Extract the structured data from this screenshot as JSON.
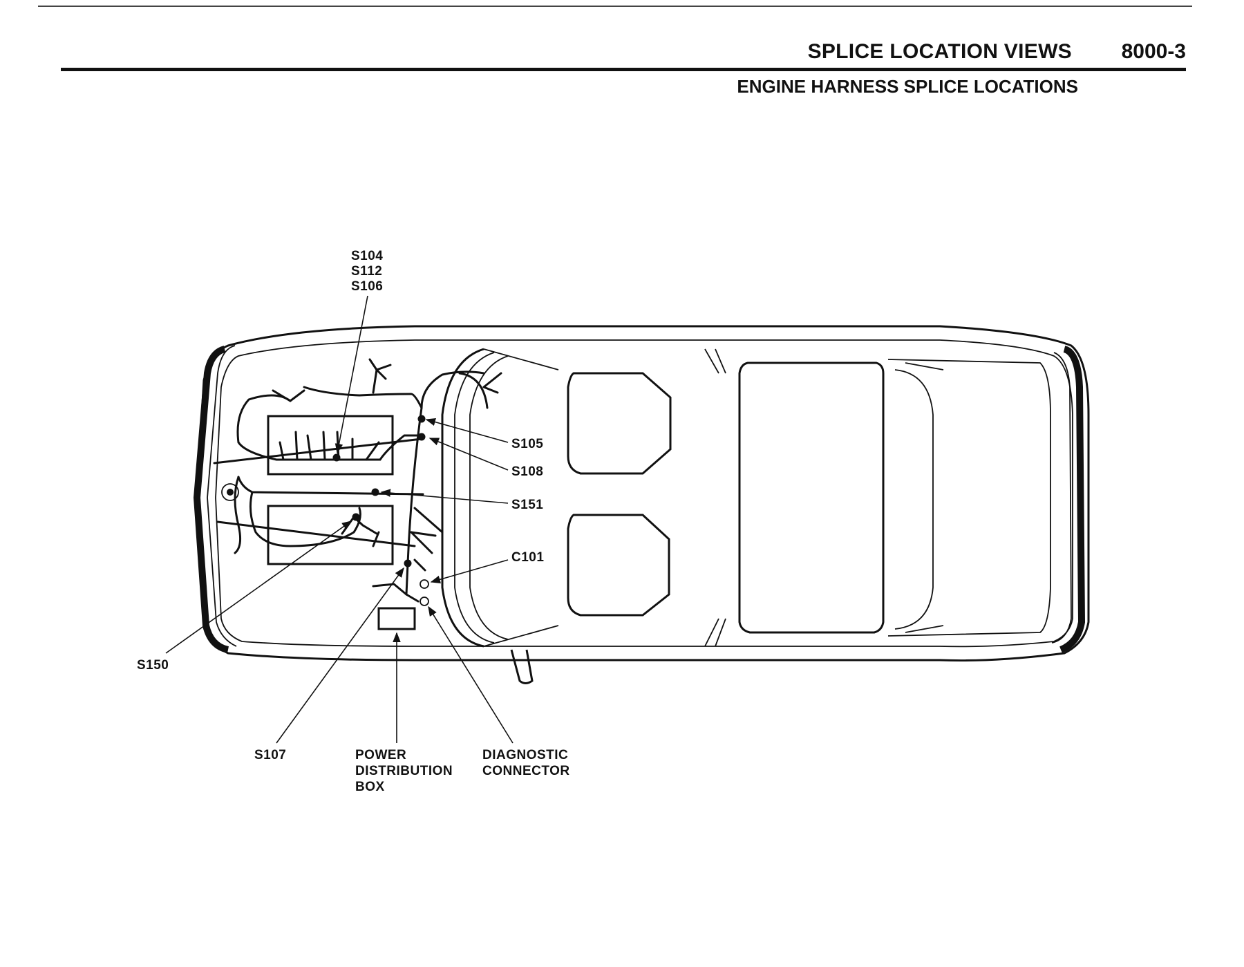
{
  "header": {
    "title": "SPLICE LOCATION VIEWS",
    "page_number": "8000-3",
    "subtitle": "ENGINE HARNESS SPLICE LOCATIONS"
  },
  "labels": {
    "s104": "S104",
    "s112": "S112",
    "s106": "S106",
    "s105": "S105",
    "s108": "S108",
    "s151": "S151",
    "c101": "C101",
    "s150": "S150",
    "s107": "S107",
    "pdb_line1": "POWER",
    "pdb_line2": "DISTRIBUTION",
    "pdb_line3": "BOX",
    "diag_line1": "DIAGNOSTIC",
    "diag_line2": "CONNECTOR"
  }
}
